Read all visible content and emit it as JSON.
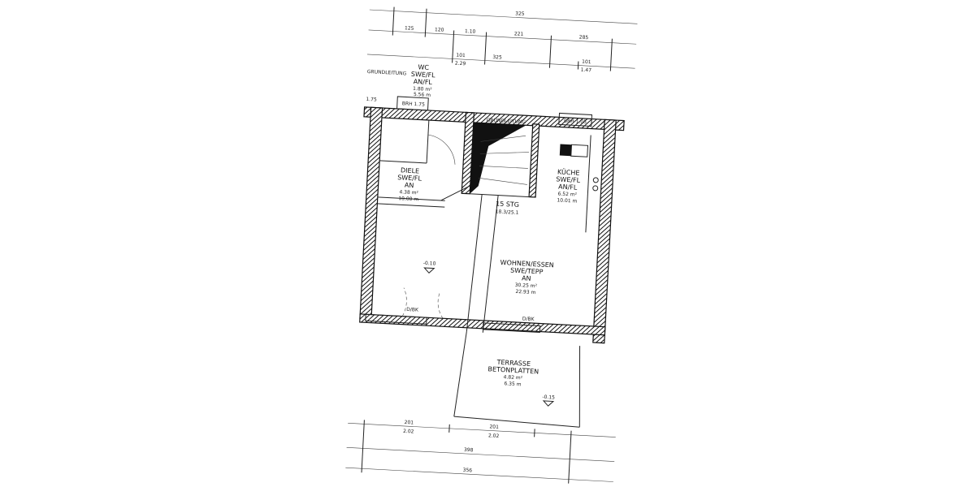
{
  "rooms": {
    "wc": {
      "name": "WC",
      "floor": "SWE/FL",
      "wall": "AN/FL",
      "area": "1.80 m²",
      "perimeter": "5.56 m"
    },
    "diele": {
      "name": "DIELE",
      "floor": "SWE/FL",
      "wall": "AN",
      "area": "4.38 m²",
      "perimeter": "10.00 m"
    },
    "kueche": {
      "name": "KÜCHE",
      "floor": "SWE/FL",
      "wall": "AN/FL",
      "area": "6.52 m²",
      "perimeter": "10.01 m"
    },
    "wohnen": {
      "name": "WOHNEN/ESSEN",
      "floor": "SWE/TEPP",
      "wall": "AN",
      "area": "30.25 m²",
      "perimeter": "22.93 m"
    },
    "terrasse": {
      "name": "TERRASSE",
      "floor": "BETONPLATTEN",
      "area": "4.82 m²",
      "perimeter": "6.35 m"
    }
  },
  "stairs": {
    "label": "15 STG",
    "ratio": "18.3/25.1"
  },
  "levels": {
    "inside": "-0.10",
    "terrace": "-0.15"
  },
  "windows": {
    "wc": "BRH 1.75",
    "kitchen": "BRH 1.05",
    "left": "1.75"
  },
  "notes": {
    "top_vent_left": "GRUNDLEITUNG",
    "top_vent_center": "GRUNDLEITUNG",
    "door_left": "D/BK",
    "door_right": "D/BK"
  },
  "dimensions": {
    "top": [
      "125",
      "120",
      "1.10",
      "221",
      "285"
    ],
    "top_total": "325",
    "top_second": [
      "101",
      "2.29",
      "101",
      "1.47"
    ],
    "bottom": [
      "201",
      "2.02",
      "201",
      "2.02"
    ],
    "bottom_total": "398",
    "bottom_total2": "356"
  }
}
